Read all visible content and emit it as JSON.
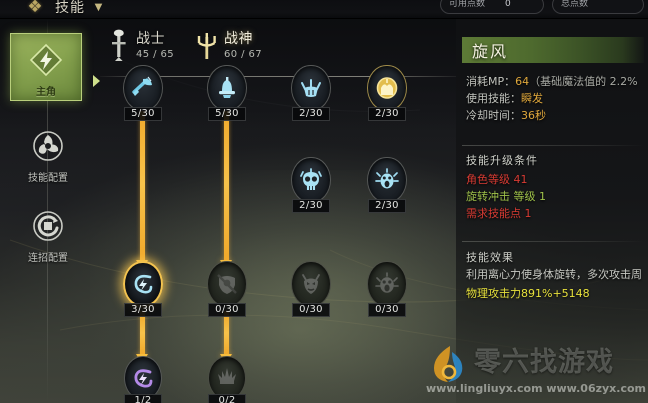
{
  "topbar": {
    "emblem_icon": "crest-icon",
    "title": "技能",
    "caret_icon": "chevron-down-icon",
    "available_points_label": "可用点数",
    "available_points_value": "0",
    "total_points_label": "总点数",
    "total_points_value": ""
  },
  "sidebar": {
    "items": [
      {
        "label": "主角",
        "icon": "lightning-crest-icon",
        "active": true
      },
      {
        "label": "技能配置",
        "icon": "triskelion-icon",
        "active": false
      },
      {
        "label": "连招配置",
        "icon": "spiral-combo-icon",
        "active": false
      }
    ]
  },
  "tree": {
    "tabs": [
      {
        "name": "战士",
        "points": "45 / 65",
        "icon": "sword-stand-icon",
        "selected": false
      },
      {
        "name": "战神",
        "points": "60 / 67",
        "icon": "trident-icon",
        "selected": true
      }
    ],
    "nodes": [
      {
        "id": "r1c1",
        "count": "5/30",
        "icon": "axe-swing-icon",
        "state": "learned",
        "color": "#7fd4e8",
        "row": 1,
        "col": 1
      },
      {
        "id": "r1c2",
        "count": "5/30",
        "icon": "bell-hammer-icon",
        "state": "learned",
        "color": "#9fdcef",
        "row": 1,
        "col": 2
      },
      {
        "id": "r1c3",
        "count": "2/30",
        "icon": "crown-spikes-icon",
        "state": "learned",
        "color": "#8fd2ea",
        "row": 1,
        "col": 3
      },
      {
        "id": "r1c4",
        "count": "2/30",
        "icon": "gold-shield-icon",
        "state": "learned",
        "color": "#e8c košer",
        "row": 1,
        "col": 4
      },
      {
        "id": "r2c3",
        "count": "2/30",
        "icon": "skull-icon",
        "state": "learned",
        "color": "#8fd2ea",
        "row": 2,
        "col": 3
      },
      {
        "id": "r2c4",
        "count": "2/30",
        "icon": "shout-face-icon",
        "state": "learned",
        "color": "#9fdcef",
        "row": 2,
        "col": 4
      },
      {
        "id": "r3c1",
        "count": "3/30",
        "icon": "whirlwind-icon",
        "state": "selected",
        "color": "#8fd2ea",
        "row": 3,
        "col": 1
      },
      {
        "id": "r3c2",
        "count": "0/30",
        "icon": "shield-bash-icon",
        "state": "locked",
        "color": "#9a9a92",
        "row": 3,
        "col": 2
      },
      {
        "id": "r3c3",
        "count": "0/30",
        "icon": "demon-mask-icon",
        "state": "locked",
        "color": "#9a9a92",
        "row": 3,
        "col": 3
      },
      {
        "id": "r3c4",
        "count": "0/30",
        "icon": "roar-face-icon",
        "state": "locked",
        "color": "#9a9a92",
        "row": 3,
        "col": 4
      },
      {
        "id": "r4c1",
        "count": "1/2",
        "icon": "purple-whirl-icon",
        "state": "learned",
        "color": "#b08ce8",
        "row": 4,
        "col": 1
      },
      {
        "id": "r4c2",
        "count": "0/2",
        "icon": "burst-crown-icon",
        "state": "locked",
        "color": "#9a9a92",
        "row": 4,
        "col": 2
      }
    ]
  },
  "panel": {
    "title": "旋风",
    "stats": [
      {
        "label": "消耗MP：",
        "value": "64",
        "suffix": "（基础魔法值的 2.2%"
      },
      {
        "label": "使用技能：",
        "value": "瞬发",
        "suffix": ""
      },
      {
        "label": "冷却时间：",
        "value": "36秒",
        "suffix": ""
      }
    ],
    "requirements_header": "技能升级条件",
    "requirements": [
      {
        "text": "角色等级 41",
        "color": "red"
      },
      {
        "text": "旋转冲击 等级 1",
        "color": "green"
      },
      {
        "text": "需求技能点 1",
        "color": "red"
      }
    ],
    "effect_header": "技能效果",
    "effect_desc": "利用离心力使身体旋转，多次攻击周",
    "effect_value": "物理攻击力891%+5148"
  },
  "watermark": {
    "brand": "零六找游戏",
    "url_left": "www.lingliuyx.com",
    "url_right": "www.06zyx.com"
  },
  "colors": {
    "accent_green": "#87a34f",
    "connector_gold": "#f5bb3c",
    "selected_ring": "#f3c34f",
    "stat_value": "#e0a83c",
    "req_red": "#d83b33",
    "req_green": "#9fc24a",
    "effect_yellow": "#e8e23c"
  }
}
